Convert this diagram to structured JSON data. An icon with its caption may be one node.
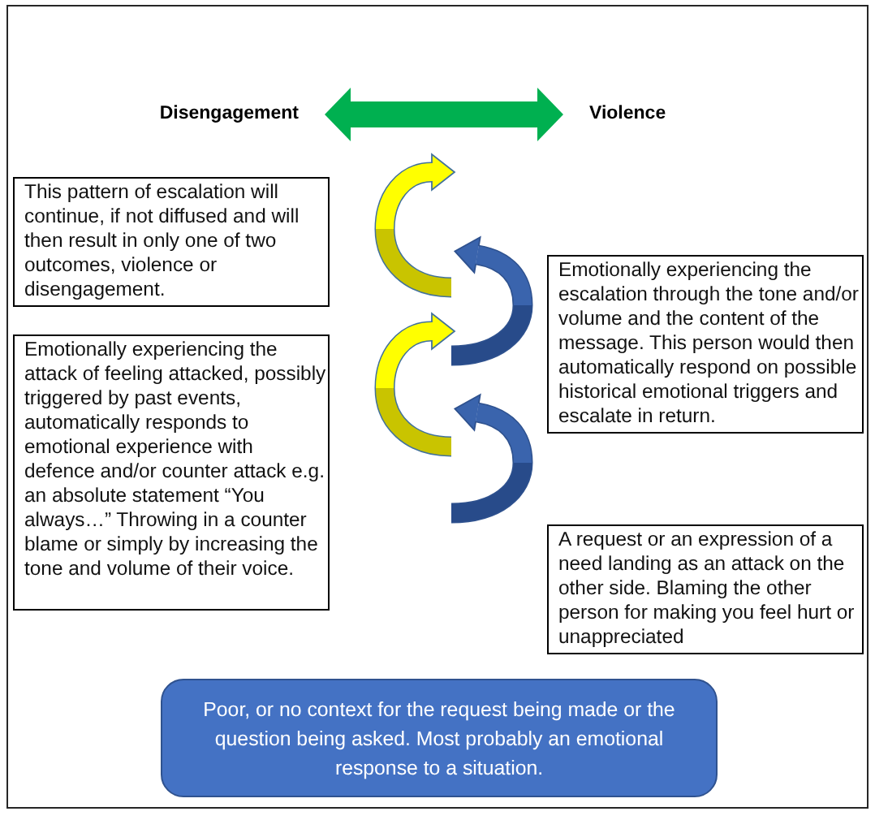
{
  "diagram": {
    "nodes": [
      {
        "text": [
          "Disengagement"
        ]
      },
      {
        "text": [
          "Violence"
        ]
      },
      {
        "text": [
          "This pattern of escalation will continue, if not diffused and will then result in only one of two outcomes, violence or disengagement."
        ]
      },
      {
        "text": [
          "Emotionally experiencing the escalation through the tone and/or volume and the content of the message. This person would then automatically respond on possible historical emotional triggers and escalate in return."
        ]
      },
      {
        "text": [
          "Emotionally experiencing the attack of feeling attacked, possibly triggered by past events, automatically responds to emotional experience with defence and/or counter attack e.g. an absolute statement “You always…” Throwing in a counter blame or simply by increasing the tone and volume of their voice."
        ]
      },
      {
        "text": [
          "A request or an expression of a need landing as an attack on the other side. Blaming the other person for making you feel hurt or unappreciated"
        ]
      },
      {
        "text": [
          "Poor, or no context for the request being made or the question being asked. Most probably an emotional response to a situation."
        ]
      }
    ],
    "edges": [
      {
        "from": 0,
        "to": 1,
        "arrow": "both",
        "color": "#00b050"
      }
    ]
  }
}
